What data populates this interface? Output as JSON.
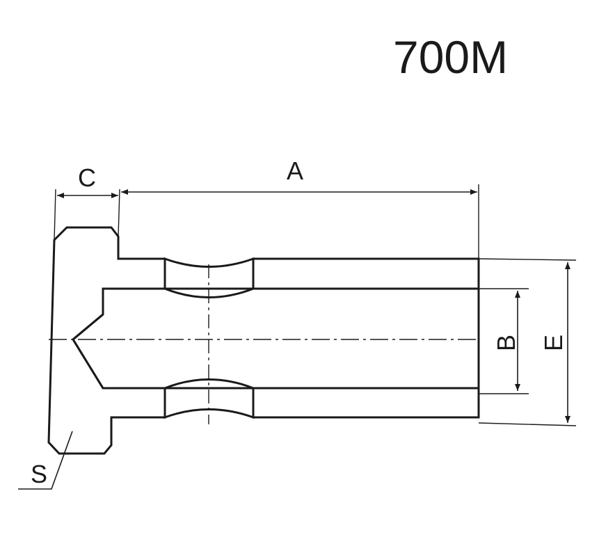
{
  "title": "700M",
  "dimensions": {
    "A": "A",
    "B": "B",
    "C": "C",
    "E": "E",
    "S": "S"
  },
  "colors": {
    "ink": "#1a1a1a",
    "background": "#ffffff"
  }
}
